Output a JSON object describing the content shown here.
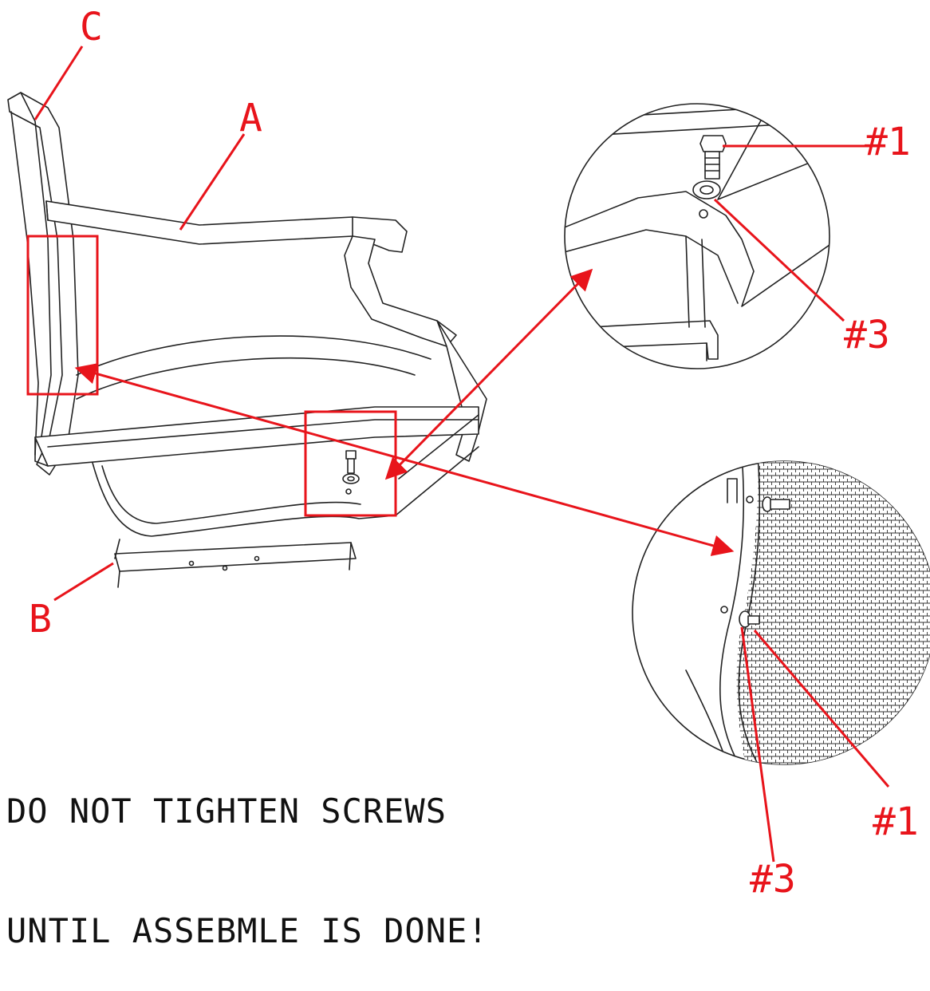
{
  "labels": {
    "part_a": "A",
    "part_b": "B",
    "part_c": "C",
    "detail_top_bolt": "#1",
    "detail_top_washer": "#3",
    "detail_bottom_bolt": "#1",
    "detail_bottom_washer": "#3"
  },
  "note": {
    "line1": "DO NOT TIGHTEN SCREWS",
    "line2": "UNTIL ASSEBMLE IS DONE!"
  },
  "colors": {
    "callout": "#e8141b",
    "drawing": "#222222"
  }
}
